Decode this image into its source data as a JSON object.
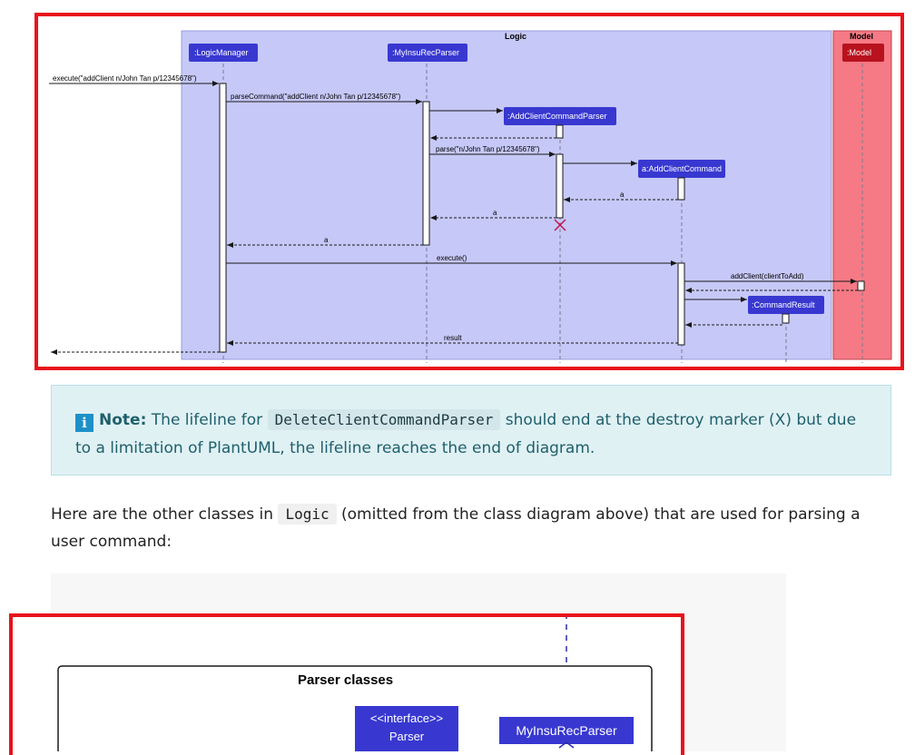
{
  "sequence_diagram": {
    "logic_box_title": "Logic",
    "model_box_title": "Model",
    "participants": {
      "logic_manager": ":LogicManager",
      "myinsurec_parser": ":MyInsuRecParser",
      "add_client_command_parser": ":AddClientCommandParser",
      "add_client_command": "a:AddClientCommand",
      "command_result": ":CommandResult",
      "model": ":Model"
    },
    "messages": {
      "execute_call": "execute(\"addClient n/John Tan p/12345678\")",
      "parse_command": "parseCommand(\"addClient n/John Tan p/12345678\")",
      "parse": "parse(\"n/John Tan p/12345678\")",
      "return_a_1": "a",
      "return_a_2": "a",
      "return_a_3": "a",
      "execute": "execute()",
      "add_client": "addClient(clientToAdd)",
      "result": "result"
    },
    "colors": {
      "logic_bg": "#c6c8f7",
      "participant_box": "#3838d1",
      "model_bg": "#f57a85",
      "model_box": "#b8121e",
      "frame": "#e8121b",
      "destroy_marker": "#c0144e"
    }
  },
  "note": {
    "icon": "info-icon",
    "label": "Note:",
    "text_before": "The lifeline for",
    "code": "DeleteClientCommandParser",
    "text_after": "should end at the destroy marker (X) but due to a limitation of PlantUML, the lifeline reaches the end of diagram."
  },
  "paragraph": {
    "text_before": "Here are the other classes in",
    "code": "Logic",
    "text_after": "(omitted from the class diagram above) that are used for parsing a user command:"
  },
  "class_diagram": {
    "package_title": "Parser classes",
    "interface_stereotype": "<<interface>>",
    "interface_name": "Parser",
    "parser_class": "MyInsuRecParser"
  }
}
